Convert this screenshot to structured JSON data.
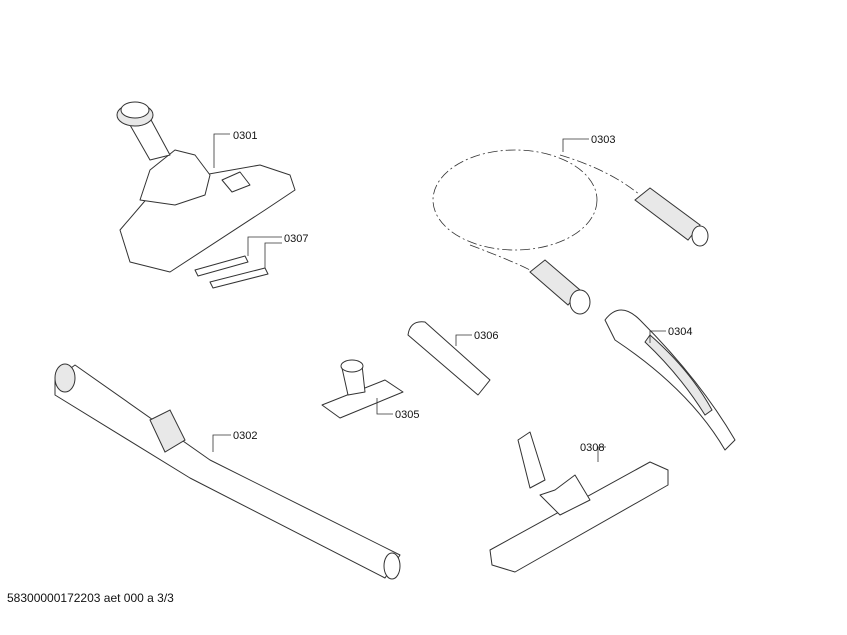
{
  "parts": [
    {
      "id": "0301",
      "label": "0301"
    },
    {
      "id": "0302",
      "label": "0302"
    },
    {
      "id": "0303",
      "label": "0303"
    },
    {
      "id": "0304",
      "label": "0304"
    },
    {
      "id": "0305",
      "label": "0305"
    },
    {
      "id": "0306",
      "label": "0306"
    },
    {
      "id": "0307",
      "label": "0307"
    },
    {
      "id": "0308",
      "label": "0308"
    }
  ],
  "footer": "58300000172203 aet 000 a 3/3"
}
